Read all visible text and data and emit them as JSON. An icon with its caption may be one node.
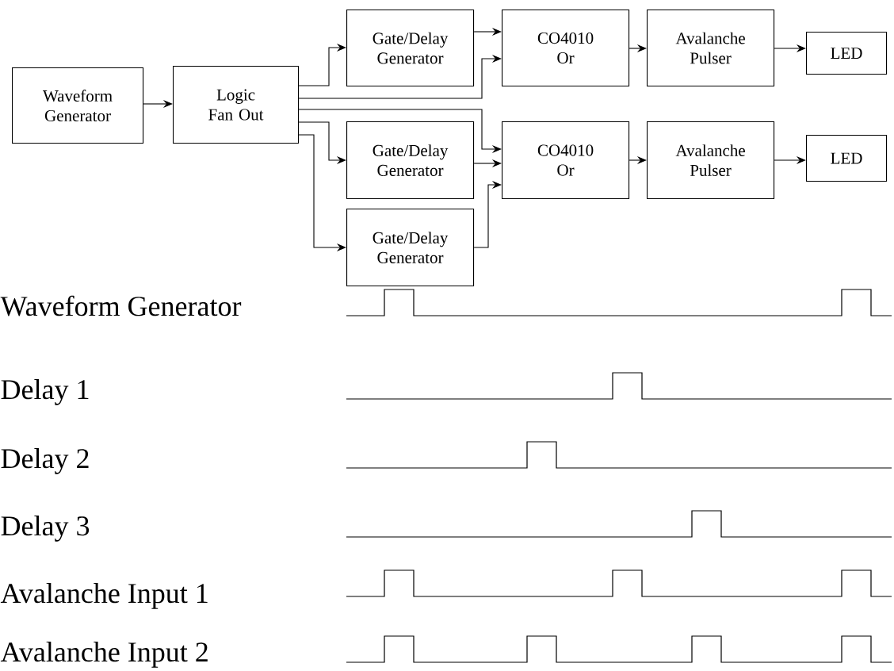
{
  "diagram": {
    "nodes": [
      {
        "text": [
          "Waveform Generator"
        ]
      },
      {
        "text": [
          "Logic Fan Out"
        ]
      },
      {
        "text": [
          "Gate/Delay Generator"
        ]
      },
      {
        "text": [
          "CO4010 Or"
        ]
      },
      {
        "text": [
          "Avalanche Pulser"
        ]
      },
      {
        "text": [
          "LED"
        ]
      },
      {
        "text": [
          "Gate/Delay Generator"
        ]
      },
      {
        "text": [
          "CO4010 Or"
        ]
      },
      {
        "text": [
          "Avalanche Pulser"
        ]
      },
      {
        "text": [
          "LED"
        ]
      },
      {
        "text": [
          "Gate/Delay Generator"
        ]
      }
    ],
    "edges": [
      {
        "from": 0,
        "to": 1,
        "arrow": "to"
      },
      {
        "from": 1,
        "to": 2,
        "arrow": "to"
      },
      {
        "from": 2,
        "to": 3,
        "arrow": "to"
      },
      {
        "from": 1,
        "to": 3,
        "arrow": "to"
      },
      {
        "from": 3,
        "to": 4,
        "arrow": "to"
      },
      {
        "from": 4,
        "to": 5,
        "arrow": "to"
      },
      {
        "from": 1,
        "to": 7,
        "arrow": "to"
      },
      {
        "from": 1,
        "to": 6,
        "arrow": "to"
      },
      {
        "from": 6,
        "to": 7,
        "arrow": "to"
      },
      {
        "from": 1,
        "to": 10,
        "arrow": "to"
      },
      {
        "from": 10,
        "to": 7,
        "arrow": "to"
      },
      {
        "from": 7,
        "to": 8,
        "arrow": "to"
      },
      {
        "from": 8,
        "to": 9,
        "arrow": "to"
      }
    ],
    "labels": [
      "Waveform Generator",
      "Delay 1",
      "Delay 2",
      "Delay 3",
      "Avalanche Input 1",
      "Avalanche Input 2"
    ]
  }
}
